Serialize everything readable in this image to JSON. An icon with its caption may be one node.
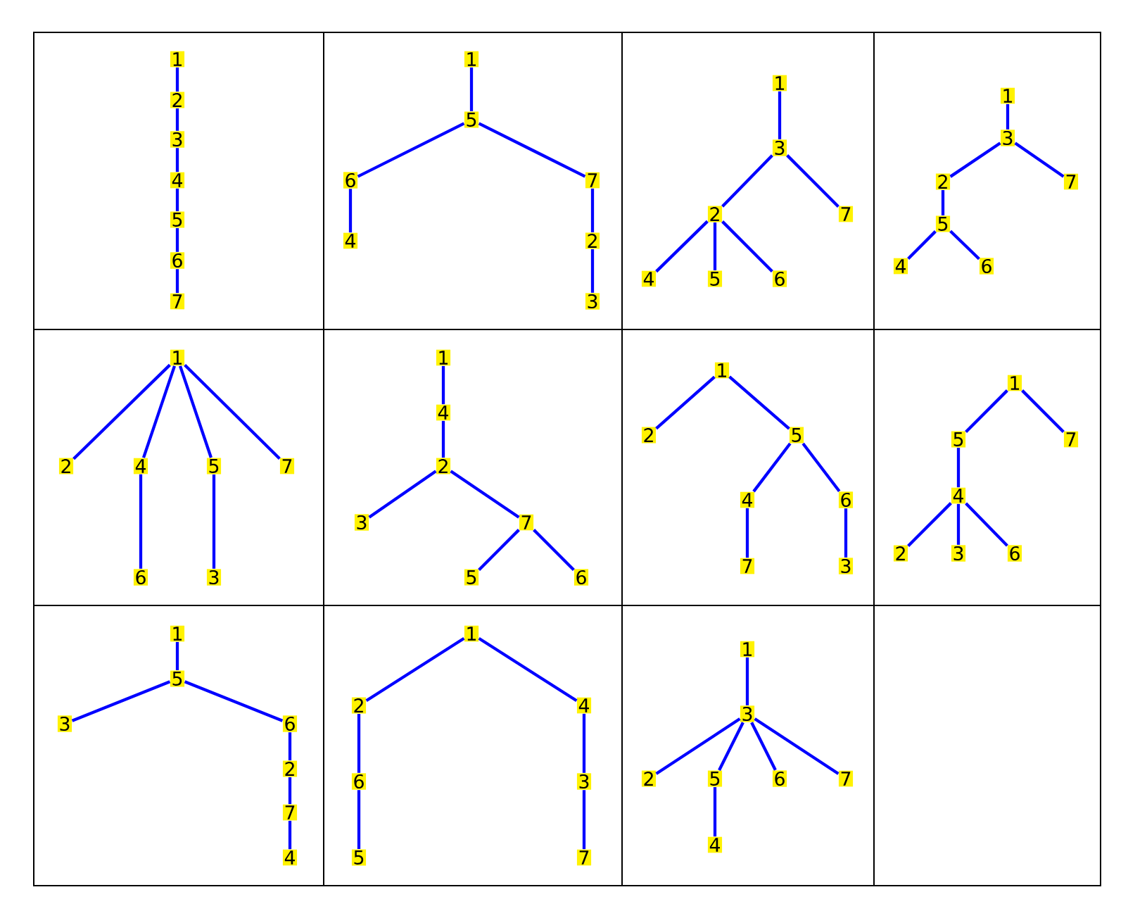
{
  "diagram": {
    "nodes": [
      {
        "text": [],
        "shape": "box"
      },
      {
        "text": [
          "1"
        ],
        "in": 0
      },
      {
        "text": [
          "2"
        ],
        "in": 0
      },
      {
        "text": [
          "3"
        ],
        "in": 0
      },
      {
        "text": [
          "4"
        ],
        "in": 0
      },
      {
        "text": [
          "5"
        ],
        "in": 0
      },
      {
        "text": [
          "6"
        ],
        "in": 0
      },
      {
        "text": [
          "7"
        ],
        "in": 0
      },
      {
        "text": [],
        "shape": "box"
      },
      {
        "text": [
          "1"
        ],
        "in": 8
      },
      {
        "text": [
          "5"
        ],
        "in": 8
      },
      {
        "text": [
          "6"
        ],
        "in": 8
      },
      {
        "text": [
          "7"
        ],
        "in": 8
      },
      {
        "text": [
          "4"
        ],
        "in": 8
      },
      {
        "text": [
          "2"
        ],
        "in": 8
      },
      {
        "text": [
          "3"
        ],
        "in": 8
      },
      {
        "text": [],
        "shape": "box"
      },
      {
        "text": [
          "1"
        ],
        "in": 16
      },
      {
        "text": [
          "3"
        ],
        "in": 16
      },
      {
        "text": [
          "2"
        ],
        "in": 16
      },
      {
        "text": [
          "7"
        ],
        "in": 16
      },
      {
        "text": [
          "4"
        ],
        "in": 16
      },
      {
        "text": [
          "5"
        ],
        "in": 16
      },
      {
        "text": [
          "6"
        ],
        "in": 16
      },
      {
        "text": [],
        "shape": "box"
      },
      {
        "text": [
          "1"
        ],
        "in": 24
      },
      {
        "text": [
          "3"
        ],
        "in": 24
      },
      {
        "text": [
          "2"
        ],
        "in": 24
      },
      {
        "text": [
          "7"
        ],
        "in": 24
      },
      {
        "text": [
          "5"
        ],
        "in": 24
      },
      {
        "text": [
          "4"
        ],
        "in": 24
      },
      {
        "text": [
          "6"
        ],
        "in": 24
      },
      {
        "text": [],
        "shape": "box"
      },
      {
        "text": [
          "1"
        ],
        "in": 32
      },
      {
        "text": [
          "2"
        ],
        "in": 32
      },
      {
        "text": [
          "4"
        ],
        "in": 32
      },
      {
        "text": [
          "5"
        ],
        "in": 32
      },
      {
        "text": [
          "7"
        ],
        "in": 32
      },
      {
        "text": [
          "6"
        ],
        "in": 32
      },
      {
        "text": [
          "3"
        ],
        "in": 32
      },
      {
        "text": [],
        "shape": "box"
      },
      {
        "text": [
          "1"
        ],
        "in": 40
      },
      {
        "text": [
          "4"
        ],
        "in": 40
      },
      {
        "text": [
          "2"
        ],
        "in": 40
      },
      {
        "text": [
          "3"
        ],
        "in": 40
      },
      {
        "text": [
          "7"
        ],
        "in": 40
      },
      {
        "text": [
          "5"
        ],
        "in": 40
      },
      {
        "text": [
          "6"
        ],
        "in": 40
      },
      {
        "text": [],
        "shape": "box"
      },
      {
        "text": [
          "1"
        ],
        "in": 48
      },
      {
        "text": [
          "2"
        ],
        "in": 48
      },
      {
        "text": [
          "5"
        ],
        "in": 48
      },
      {
        "text": [
          "4"
        ],
        "in": 48
      },
      {
        "text": [
          "6"
        ],
        "in": 48
      },
      {
        "text": [
          "7"
        ],
        "in": 48
      },
      {
        "text": [
          "3"
        ],
        "in": 48
      },
      {
        "text": [],
        "shape": "box"
      },
      {
        "text": [
          "1"
        ],
        "in": 56
      },
      {
        "text": [
          "5"
        ],
        "in": 56
      },
      {
        "text": [
          "7"
        ],
        "in": 56
      },
      {
        "text": [
          "4"
        ],
        "in": 56
      },
      {
        "text": [
          "2"
        ],
        "in": 56
      },
      {
        "text": [
          "3"
        ],
        "in": 56
      },
      {
        "text": [
          "6"
        ],
        "in": 56
      },
      {
        "text": [],
        "shape": "box"
      },
      {
        "text": [
          "1"
        ],
        "in": 64
      },
      {
        "text": [
          "5"
        ],
        "in": 64
      },
      {
        "text": [
          "3"
        ],
        "in": 64
      },
      {
        "text": [
          "6"
        ],
        "in": 64
      },
      {
        "text": [
          "2"
        ],
        "in": 64
      },
      {
        "text": [
          "7"
        ],
        "in": 64
      },
      {
        "text": [
          "4"
        ],
        "in": 64
      },
      {
        "text": [],
        "shape": "box"
      },
      {
        "text": [
          "1"
        ],
        "in": 72
      },
      {
        "text": [
          "2"
        ],
        "in": 72
      },
      {
        "text": [
          "4"
        ],
        "in": 72
      },
      {
        "text": [
          "6"
        ],
        "in": 72
      },
      {
        "text": [
          "3"
        ],
        "in": 72
      },
      {
        "text": [
          "5"
        ],
        "in": 72
      },
      {
        "text": [
          "7"
        ],
        "in": 72
      },
      {
        "text": [],
        "shape": "box"
      },
      {
        "text": [
          "1"
        ],
        "in": 80
      },
      {
        "text": [
          "3"
        ],
        "in": 80
      },
      {
        "text": [
          "2"
        ],
        "in": 80
      },
      {
        "text": [
          "5"
        ],
        "in": 80
      },
      {
        "text": [
          "6"
        ],
        "in": 80
      },
      {
        "text": [
          "7"
        ],
        "in": 80
      },
      {
        "text": [
          "4"
        ],
        "in": 80
      },
      {
        "text": [],
        "shape": "box"
      }
    ],
    "edges": [
      {
        "from": 1,
        "to": 2,
        "arrow": "none"
      },
      {
        "from": 2,
        "to": 3,
        "arrow": "none"
      },
      {
        "from": 3,
        "to": 4,
        "arrow": "none"
      },
      {
        "from": 4,
        "to": 5,
        "arrow": "none"
      },
      {
        "from": 5,
        "to": 6,
        "arrow": "none"
      },
      {
        "from": 6,
        "to": 7,
        "arrow": "none"
      },
      {
        "from": 9,
        "to": 10,
        "arrow": "none"
      },
      {
        "from": 10,
        "to": 11,
        "arrow": "none"
      },
      {
        "from": 10,
        "to": 12,
        "arrow": "none"
      },
      {
        "from": 11,
        "to": 13,
        "arrow": "none"
      },
      {
        "from": 12,
        "to": 14,
        "arrow": "none"
      },
      {
        "from": 14,
        "to": 15,
        "arrow": "none"
      },
      {
        "from": 17,
        "to": 18,
        "arrow": "none"
      },
      {
        "from": 18,
        "to": 19,
        "arrow": "none"
      },
      {
        "from": 18,
        "to": 20,
        "arrow": "none"
      },
      {
        "from": 19,
        "to": 21,
        "arrow": "none"
      },
      {
        "from": 19,
        "to": 22,
        "arrow": "none"
      },
      {
        "from": 19,
        "to": 23,
        "arrow": "none"
      },
      {
        "from": 25,
        "to": 26,
        "arrow": "none"
      },
      {
        "from": 26,
        "to": 27,
        "arrow": "none"
      },
      {
        "from": 26,
        "to": 28,
        "arrow": "none"
      },
      {
        "from": 27,
        "to": 29,
        "arrow": "none"
      },
      {
        "from": 29,
        "to": 30,
        "arrow": "none"
      },
      {
        "from": 29,
        "to": 31,
        "arrow": "none"
      },
      {
        "from": 33,
        "to": 34,
        "arrow": "none"
      },
      {
        "from": 33,
        "to": 35,
        "arrow": "none"
      },
      {
        "from": 33,
        "to": 36,
        "arrow": "none"
      },
      {
        "from": 33,
        "to": 37,
        "arrow": "none"
      },
      {
        "from": 35,
        "to": 38,
        "arrow": "none"
      },
      {
        "from": 36,
        "to": 39,
        "arrow": "none"
      },
      {
        "from": 41,
        "to": 42,
        "arrow": "none"
      },
      {
        "from": 42,
        "to": 43,
        "arrow": "none"
      },
      {
        "from": 43,
        "to": 44,
        "arrow": "none"
      },
      {
        "from": 43,
        "to": 45,
        "arrow": "none"
      },
      {
        "from": 45,
        "to": 46,
        "arrow": "none"
      },
      {
        "from": 45,
        "to": 47,
        "arrow": "none"
      },
      {
        "from": 49,
        "to": 50,
        "arrow": "none"
      },
      {
        "from": 49,
        "to": 51,
        "arrow": "none"
      },
      {
        "from": 51,
        "to": 52,
        "arrow": "none"
      },
      {
        "from": 51,
        "to": 53,
        "arrow": "none"
      },
      {
        "from": 52,
        "to": 54,
        "arrow": "none"
      },
      {
        "from": 53,
        "to": 55,
        "arrow": "none"
      },
      {
        "from": 57,
        "to": 58,
        "arrow": "none"
      },
      {
        "from": 57,
        "to": 59,
        "arrow": "none"
      },
      {
        "from": 58,
        "to": 60,
        "arrow": "none"
      },
      {
        "from": 60,
        "to": 61,
        "arrow": "none"
      },
      {
        "from": 60,
        "to": 62,
        "arrow": "none"
      },
      {
        "from": 60,
        "to": 63,
        "arrow": "none"
      },
      {
        "from": 65,
        "to": 66,
        "arrow": "none"
      },
      {
        "from": 66,
        "to": 67,
        "arrow": "none"
      },
      {
        "from": 66,
        "to": 68,
        "arrow": "none"
      },
      {
        "from": 68,
        "to": 69,
        "arrow": "none"
      },
      {
        "from": 69,
        "to": 70,
        "arrow": "none"
      },
      {
        "from": 70,
        "to": 71,
        "arrow": "none"
      },
      {
        "from": 73,
        "to": 74,
        "arrow": "none"
      },
      {
        "from": 73,
        "to": 75,
        "arrow": "none"
      },
      {
        "from": 74,
        "to": 76,
        "arrow": "none"
      },
      {
        "from": 76,
        "to": 78,
        "arrow": "none"
      },
      {
        "from": 75,
        "to": 77,
        "arrow": "none"
      },
      {
        "from": 77,
        "to": 79,
        "arrow": "none"
      },
      {
        "from": 81,
        "to": 82,
        "arrow": "none"
      },
      {
        "from": 82,
        "to": 83,
        "arrow": "none"
      },
      {
        "from": 82,
        "to": 84,
        "arrow": "none"
      },
      {
        "from": 82,
        "to": 85,
        "arrow": "none"
      },
      {
        "from": 82,
        "to": 86,
        "arrow": "none"
      },
      {
        "from": 84,
        "to": 87,
        "arrow": "none"
      }
    ]
  }
}
